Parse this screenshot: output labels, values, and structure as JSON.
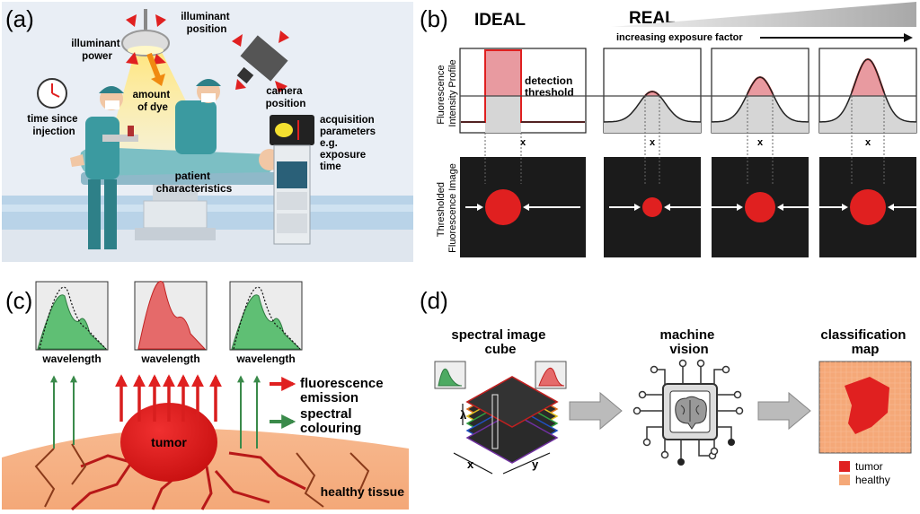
{
  "panels": {
    "a": {
      "label": "(a)",
      "annotations": {
        "illuminant_position": [
          "illuminant",
          "position"
        ],
        "illuminant_power": [
          "illuminant",
          "power"
        ],
        "camera_position": [
          "camera",
          "position"
        ],
        "time_since_injection": [
          "time since",
          "injection"
        ],
        "amount_of_dye": [
          "amount",
          "of dye"
        ],
        "acquisition": [
          "acquisition",
          "parameters",
          "e.g.",
          "exposure",
          "time"
        ],
        "patient": [
          "patient",
          "characteristics"
        ]
      }
    },
    "b": {
      "label": "(b)",
      "ideal": "IDEAL",
      "real": "REAL",
      "exposure": "increasing exposure factor",
      "ylabel_top": [
        "Fluorescence",
        "Intensity Profile"
      ],
      "ylabel_bottom": [
        "Thresholded",
        "Fluorescence Image"
      ],
      "detection": [
        "detection",
        "threshold"
      ],
      "x": "x",
      "spot_scale": [
        1.0,
        0.55,
        0.85,
        1.0
      ]
    },
    "c": {
      "label": "(c)",
      "wavelength": "wavelength",
      "legend_fluor": [
        "fluorescence",
        "emission"
      ],
      "legend_spectral": [
        "spectral",
        "colouring"
      ],
      "tumor": "tumor",
      "healthy": "healthy tissue"
    },
    "d": {
      "label": "(d)",
      "cube": [
        "spectral image",
        "cube"
      ],
      "vision": [
        "machine",
        "vision"
      ],
      "classification": [
        "classification",
        "map"
      ],
      "lambda": "λ",
      "x": "x",
      "y": "y",
      "legend": [
        {
          "label": "tumor",
          "color": "#e02020"
        },
        {
          "label": "healthy",
          "color": "#f5a878"
        }
      ]
    }
  },
  "colors": {
    "red": "#e02020",
    "green": "#4daa62",
    "tissue": "#f5b48a",
    "scrubs": "#3b9aa0",
    "dark": "#1b1b1b"
  }
}
